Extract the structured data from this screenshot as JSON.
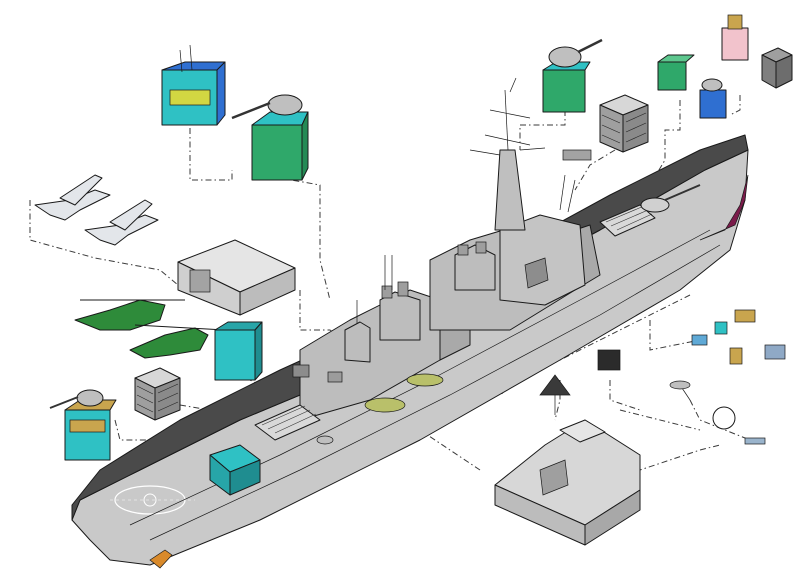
{
  "palette": {
    "hull": "#c9c9c9",
    "hull_dark": "#9e9e9e",
    "deck": "#4a4a4a",
    "superstructure": "#bdbdbd",
    "boot_top": "#7a1b4a",
    "module_cyan": "#2fc1c4",
    "module_green": "#2fa86a",
    "module_blue": "#2f6fd1",
    "module_pink": "#f2c3cc",
    "helo_green": "#2e8b3a",
    "aircraft_gray": "#e3e6ea",
    "launcher_gray": "#8c8c8c"
  },
  "components": [
    {
      "name": "mast-spear",
      "icon": "twin-stack-module"
    },
    {
      "name": "forward-gun",
      "icon": "gun-turret-module"
    },
    {
      "name": "aircraft",
      "icon": "fixed-wing-aircraft"
    },
    {
      "name": "hangar",
      "icon": "hangar-module"
    },
    {
      "name": "helicopters",
      "icon": "helicopter"
    },
    {
      "name": "aft-vls",
      "icon": "vls-cell-module"
    },
    {
      "name": "aft-gun",
      "icon": "gun-turret-module"
    },
    {
      "name": "bow-gun",
      "icon": "gun-turret-module"
    },
    {
      "name": "forward-vls",
      "icon": "vls-cell-module"
    },
    {
      "name": "sensor-modules",
      "icon": "sensor-module"
    },
    {
      "name": "electronics",
      "icon": "electronics-equipment"
    },
    {
      "name": "deckhouse-module",
      "icon": "deckhouse-module"
    }
  ]
}
